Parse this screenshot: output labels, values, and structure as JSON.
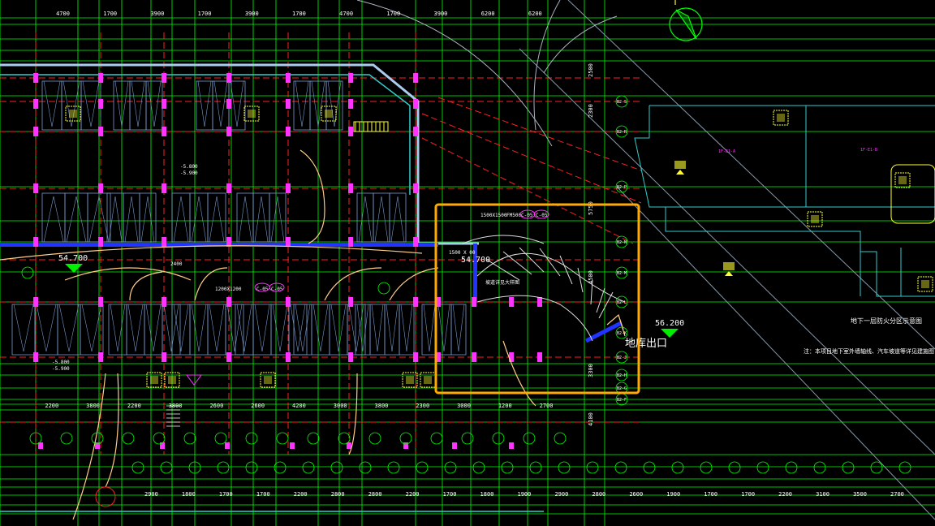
{
  "palette": {
    "background": "#000000",
    "grid_green": "#00ff00",
    "axis_red": "#ff2020",
    "wall_cyan": "#33cccc",
    "light_blue": "#66aaff",
    "magenta": "#ff33ff",
    "yellow": "#ffff33",
    "white": "#ffffff",
    "orange_highlight": "#ffaa00",
    "blue_band": "#2233ff"
  },
  "elevations": {
    "left": "54.700",
    "center": "54.700",
    "right": "56.200"
  },
  "labels": {
    "exit": "地库出口",
    "legend_title": "地下一层防火分区示意图",
    "note": "注：本项目地下室外墙轴线、汽车坡道等详见建施图",
    "ramp_note": "坡道详见大样图",
    "room_a": "1F-E1-A",
    "room_b": "1F-E1-B"
  },
  "top_dimensions": [
    "4700",
    "1700",
    "3900",
    "1700",
    "3900",
    "1700",
    "4700",
    "1700",
    "3900",
    "6200",
    "6200"
  ],
  "bottom_dimensions_row1": [
    "2200",
    "3800",
    "2200",
    "3800",
    "2600",
    "2600",
    "4200",
    "3000",
    "3800",
    "2300",
    "3000",
    "1200",
    "2700"
  ],
  "bottom_dimensions_row2": [
    "2900",
    "1800",
    "1700",
    "1700",
    "2200",
    "2800",
    "2800",
    "2200",
    "1700",
    "1800",
    "1900",
    "2900",
    "2800",
    "2600",
    "1900",
    "1700",
    "1700",
    "2200",
    "3100",
    "3500",
    "2700"
  ],
  "right_dimensions": [
    "2500",
    "2300",
    "5750",
    "4500",
    "3300",
    "4100"
  ],
  "axis_tags_right": [
    "B2-S",
    "B2-R",
    "B2-P",
    "B2-N",
    "B2-M",
    "B2-L",
    "B2-K",
    "B2-J",
    "B2-H",
    "B2-G",
    "B2-F"
  ],
  "door_codes": [
    "1500X1500",
    "FM500",
    "C-05",
    "C-05",
    "1200X1200",
    "C-05",
    "C-05",
    "2400",
    "1500 X 00"
  ],
  "level_texts": [
    "-5.800",
    "-5.900",
    "-5.800",
    "-5.900"
  ],
  "highlight_box": {
    "color": "#ffaa00"
  }
}
